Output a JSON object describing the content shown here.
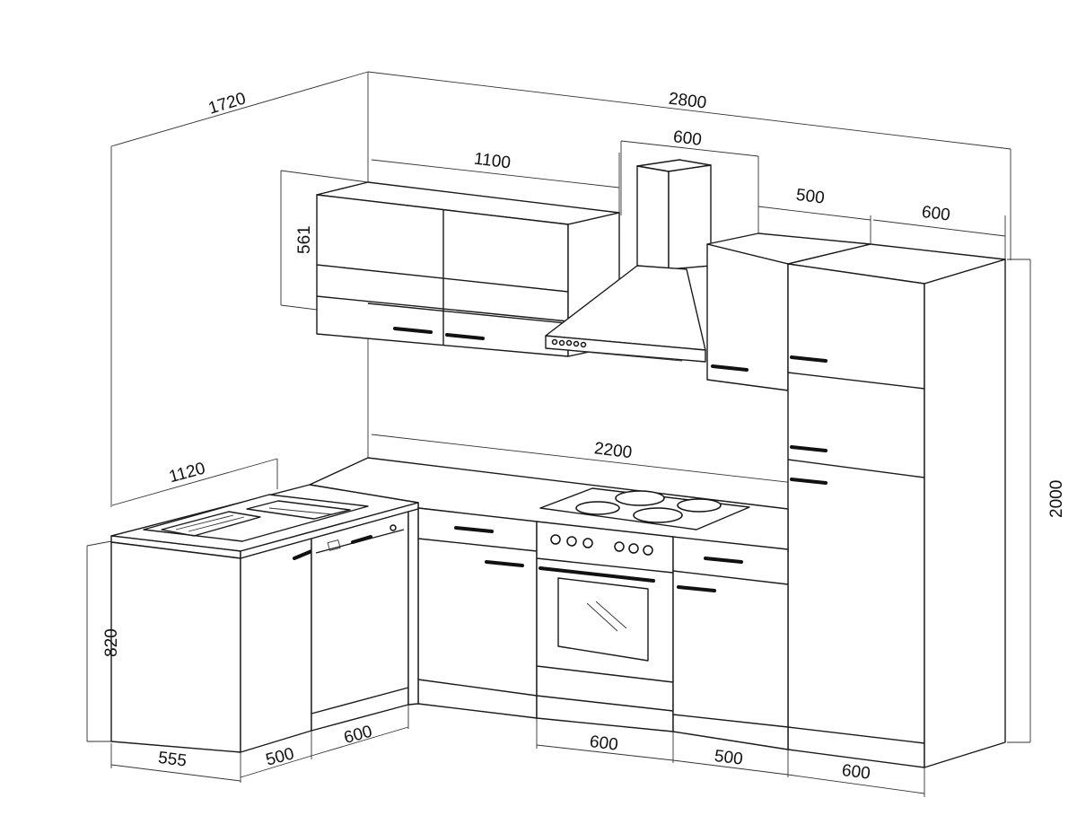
{
  "dimensions": {
    "total_left_depth": "1720",
    "total_width": "2800",
    "wall_unit_width": "1100",
    "wall_unit_height": "561",
    "hood_width": "600",
    "small_wall_unit_width": "500",
    "tall_unit_top_width": "600",
    "counter_run_width": "2200",
    "corner_run_width": "1120",
    "base_height": "820",
    "tall_unit_height": "2000",
    "sink_unit_depth": "555",
    "sink_unit_width": "500",
    "dishwasher_width": "600",
    "oven_width": "600",
    "drawer_unit_width": "500",
    "tall_unit_width": "600"
  }
}
